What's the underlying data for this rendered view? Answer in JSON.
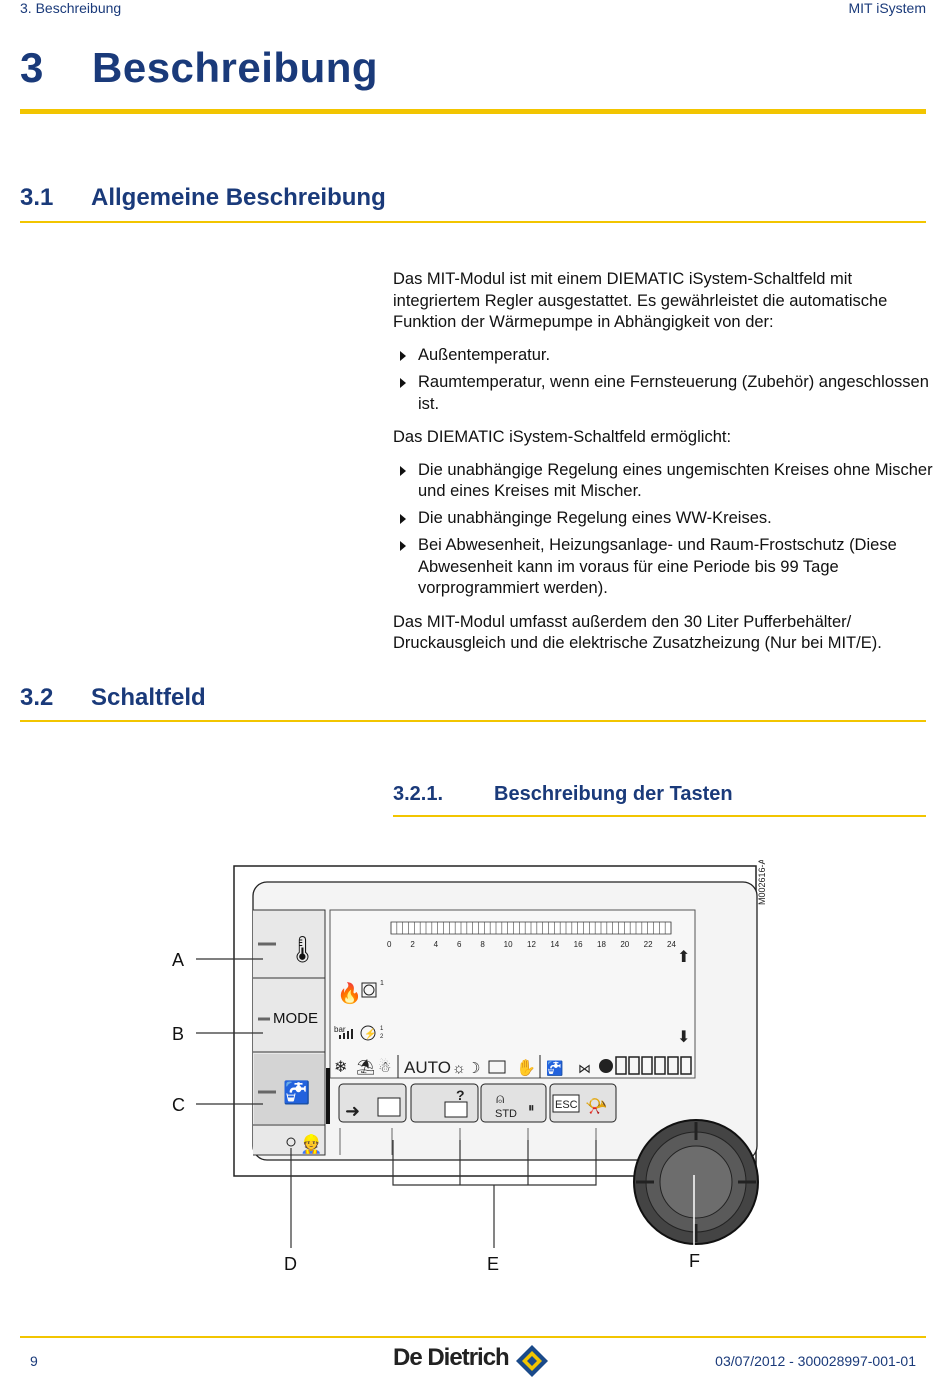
{
  "header": {
    "left": "3.  Beschreibung",
    "right": "MIT iSystem"
  },
  "chapter": {
    "number": "3",
    "title": "Beschreibung"
  },
  "section1": {
    "number": "3.1",
    "title": "Allgemeine Beschreibung",
    "intro": "Das MIT-Modul ist mit einem DIEMATIC iSystem-Schaltfeld mit integriertem Regler ausgestattet. Es gewährleistet die automatische Funktion der Wärmepumpe in Abhängigkeit von der:",
    "bullets1": [
      "Außentemperatur.",
      "Raumtemperatur, wenn eine Fernsteuerung (Zubehör) angeschlossen ist."
    ],
    "intro2": "Das DIEMATIC iSystem-Schaltfeld ermöglicht:",
    "bullets2": [
      "Die unabhängige Regelung eines ungemischten Kreises ohne Mischer und eines Kreises mit Mischer.",
      "Die unabhänginge Regelung eines WW-Kreises.",
      "Bei Abwesenheit, Heizungsanlage- und Raum-Frostschutz (Diese Abwesenheit kann im voraus für eine Periode bis 99 Tage vorprogrammiert werden)."
    ],
    "outro": "Das MIT-Modul umfasst außerdem den 30 Liter Pufferbehälter/ Druckausgleich und die elektrische Zusatzheizung (Nur bei MIT/E)."
  },
  "section2": {
    "number": "3.2",
    "title": "Schaltfeld"
  },
  "subsection": {
    "number": "3.2.1.",
    "title": "Beschreibung der Tasten"
  },
  "figure": {
    "code": "M002616-A",
    "callouts": [
      "A",
      "B",
      "C",
      "D",
      "E",
      "F"
    ],
    "mode_label": "MODE",
    "auto_label": "AUTO",
    "bar_label": "bar",
    "std_label": "STD",
    "esc_label": "ESC",
    "timeline_ticks": [
      "0",
      "2",
      "4",
      "6",
      "8",
      "10",
      "12",
      "14",
      "16",
      "18",
      "20",
      "22",
      "24"
    ]
  },
  "footer": {
    "page": "9",
    "brand": "De Dietrich",
    "doc": "03/07/2012  - 300028997-001-01"
  }
}
